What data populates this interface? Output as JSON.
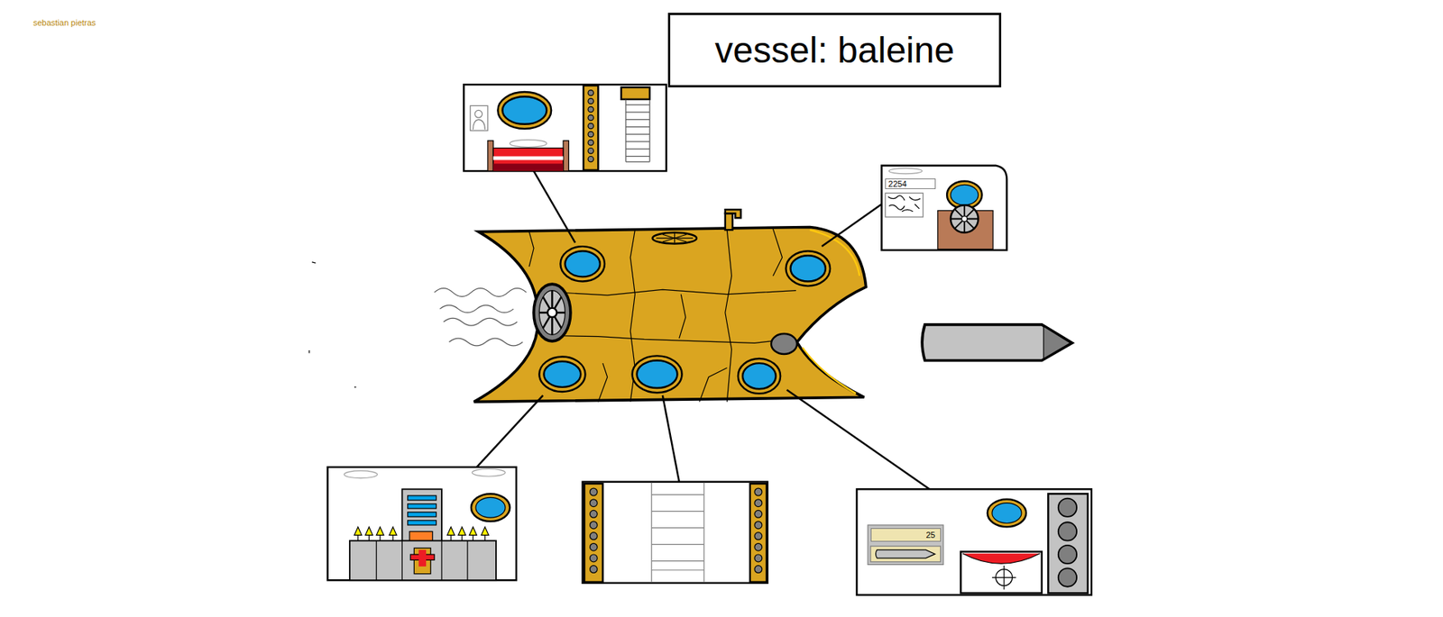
{
  "diagram": {
    "title": "vessel: baleine",
    "nodes": [
      {
        "text": [
          "2254"
        ]
      },
      {
        "text": [
          "25"
        ]
      }
    ],
    "labels": [
      "sebastian pietras"
    ]
  }
}
